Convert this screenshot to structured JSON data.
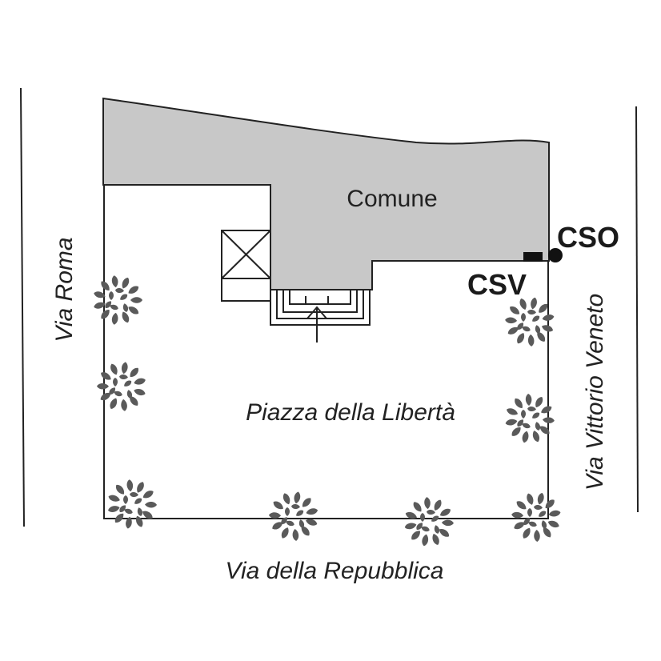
{
  "labels": {
    "comune": "Comune",
    "piazza": "Piazza della Libertà",
    "via_roma": "Via Roma",
    "via_vittorio_veneto": "Via Vittorio Veneto",
    "via_repubblica": "Via della Repubblica",
    "cso": "CSO",
    "csv": "CSV"
  },
  "colors": {
    "building_fill": "#c8c8c8",
    "line": "#222222",
    "tree": "#5a5a5a",
    "marker": "#111111"
  },
  "icons": [
    "tree-icon",
    "entrance-arrow-icon",
    "crossed-box-icon"
  ]
}
